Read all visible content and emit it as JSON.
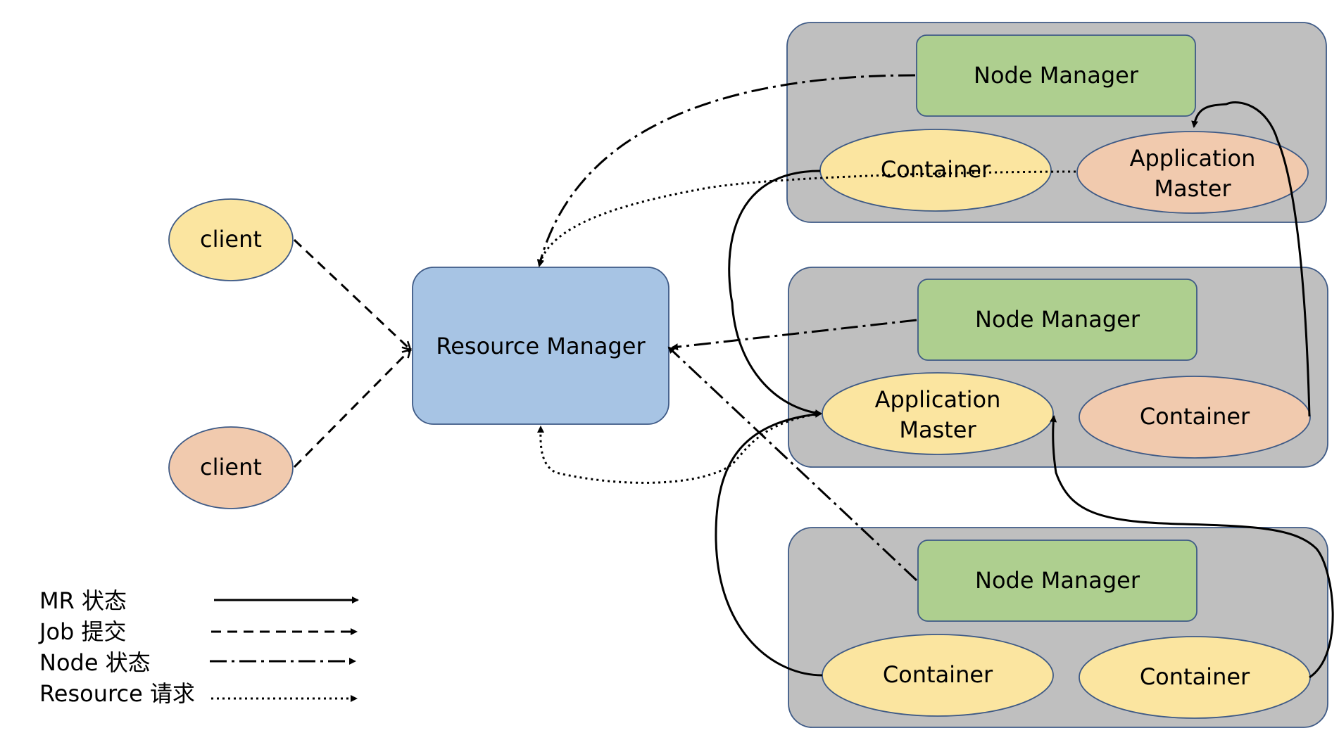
{
  "clients": [
    {
      "label": "client",
      "color": "#FBE5A0"
    },
    {
      "label": "client",
      "color": "#F1CAAE"
    }
  ],
  "resource_manager": {
    "label": "Resource Manager",
    "color": "#A7C4E4"
  },
  "nodes": [
    {
      "node_manager": "Node Manager",
      "containers": [
        {
          "label": "Container",
          "color": "#FBE5A0"
        },
        {
          "label_line1": "Application",
          "label_line2": "Master",
          "color": "#F1CAAE"
        }
      ]
    },
    {
      "node_manager": "Node Manager",
      "containers": [
        {
          "label_line1": "Application",
          "label_line2": "Master",
          "color": "#FBE5A0"
        },
        {
          "label": "Container",
          "color": "#F1CAAE"
        }
      ]
    },
    {
      "node_manager": "Node Manager",
      "containers": [
        {
          "label": "Container",
          "color": "#FBE5A0"
        },
        {
          "label": "Container",
          "color": "#FBE5A0"
        }
      ]
    }
  ],
  "colors": {
    "node_bg": "#BFBFBF",
    "node_manager": "#AECF8F"
  },
  "legend": [
    {
      "label": "MR 状态",
      "style": "solid"
    },
    {
      "label": "Job 提交",
      "style": "dashed"
    },
    {
      "label": "Node 状态",
      "style": "dash-dot"
    },
    {
      "label": "Resource 请求",
      "style": "dotted"
    }
  ]
}
